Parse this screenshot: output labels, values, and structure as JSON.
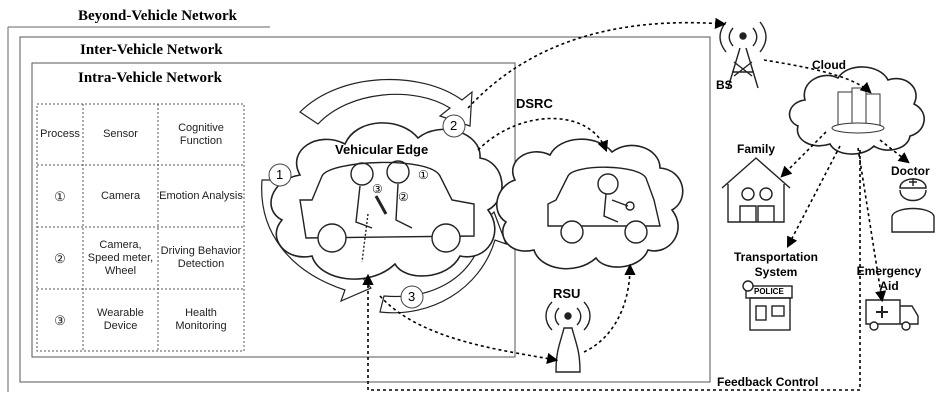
{
  "titles": {
    "beyond": "Beyond-Vehicle Network",
    "inter": "Inter-Vehicle Network",
    "intra": "Intra-Vehicle Network"
  },
  "table": {
    "header": [
      "Process",
      "Sensor",
      "Cognitive Function"
    ],
    "rows": [
      [
        "①",
        "Camera",
        "Emotion Analysis"
      ],
      [
        "②",
        "Camera, Speed meter, Wheel",
        "Driving Behavior Detection"
      ],
      [
        "③",
        "Wearable Device",
        "Health Monitoring"
      ]
    ]
  },
  "labels": {
    "vehicular_edge": "Vehicular Edge",
    "dsrc": "DSRC",
    "rsu": "RSU",
    "bs": "BS",
    "cloud": "Cloud",
    "family": "Family",
    "doctor": "Doctor",
    "transportation": "Transportation System",
    "police": "POLICE",
    "emergency": "Emergency Aid",
    "feedback": "Feedback Control"
  },
  "markers": {
    "one": "①",
    "two": "②",
    "three": "③",
    "arrow1": "1",
    "arrow2": "2",
    "arrow3": "3"
  },
  "colors": {
    "line": "#000000",
    "outline": "#444444",
    "table_border": "#555555"
  }
}
